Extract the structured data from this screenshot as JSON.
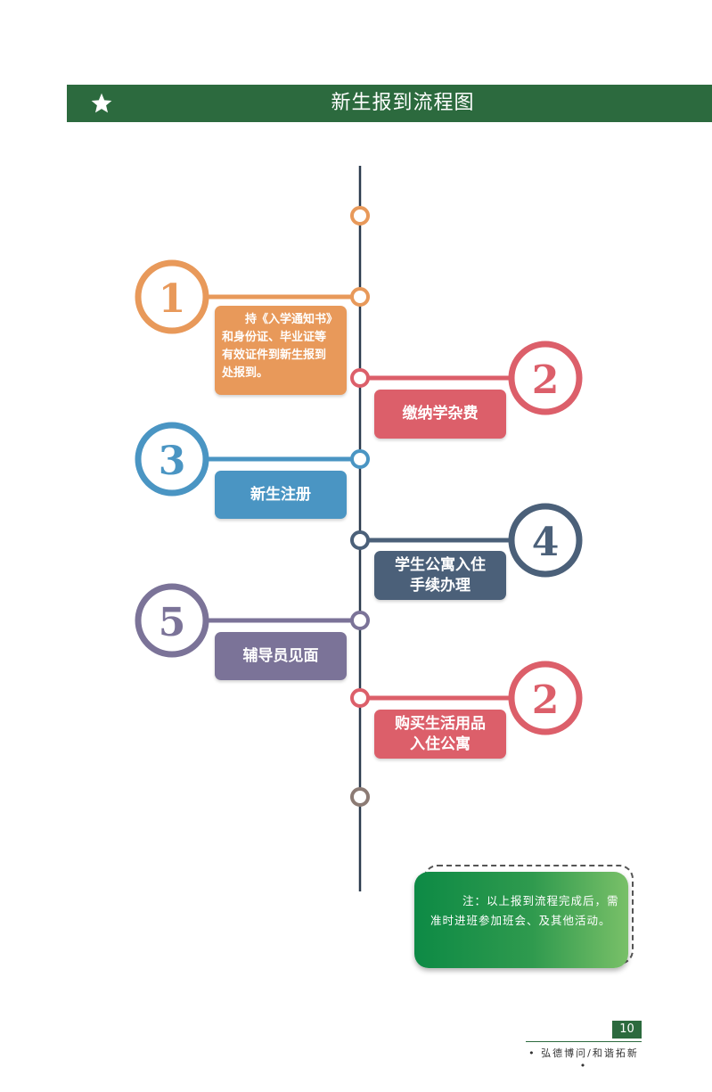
{
  "header": {
    "title": "新生报到流程图",
    "icon": "star-icon"
  },
  "steps": [
    {
      "number": "1",
      "text": "持《入学通知书》和身份证、毕业证等有效证件到新生报到处报到。",
      "color": "#e8995a"
    },
    {
      "number": "2",
      "text": "缴纳学杂费",
      "color": "#dc5f6a"
    },
    {
      "number": "3",
      "text": "新生注册",
      "color": "#4a95c3"
    },
    {
      "number": "4",
      "text": "学生公寓入住手续办理",
      "color": "#4b6079"
    },
    {
      "number": "5",
      "text": "辅导员见面",
      "color": "#7b7398"
    },
    {
      "number": "2",
      "text": "购买生活用品入住公寓",
      "color": "#dc5f6a"
    }
  ],
  "step_lines": {
    "s1": [
      "　　持《入学通知书》",
      "和身份证、毕业证等",
      "有效证件到新生报到",
      "处报到。"
    ],
    "s4": [
      "学生公寓入住",
      "手续办理"
    ],
    "s6": [
      "购买生活用品",
      "入住公寓"
    ]
  },
  "note": {
    "text": "注：以上报到流程完成后，需准时进班参加班会、及其他活动。"
  },
  "footer": {
    "page_number": "10",
    "slogan": "• 弘德博问/和谐拓新 •"
  },
  "colors": {
    "header_bg": "#2c6a3e",
    "timeline": "#2b3a4d",
    "top_node": "#e8995a",
    "bottom_node": "#8c7b74"
  }
}
